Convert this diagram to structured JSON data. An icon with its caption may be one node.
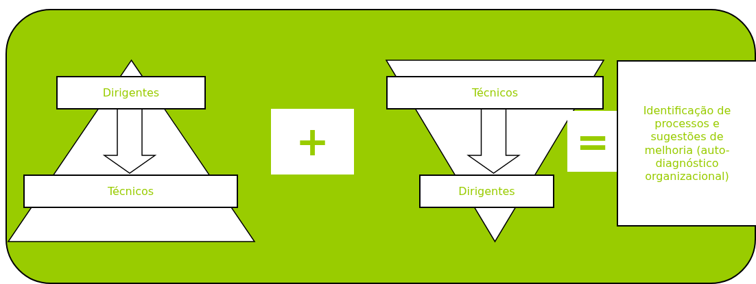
{
  "diagram": {
    "nodes": [
      {
        "text": [],
        "shape": "box"
      },
      {
        "text": [],
        "shape": "triangle",
        "in": 0
      },
      {
        "text": [
          "Dirigentes"
        ],
        "in": 1
      },
      {
        "text": [
          "Técnicos"
        ],
        "in": 1
      },
      {
        "text": [
          "+"
        ],
        "in": 0
      },
      {
        "text": [],
        "shape": "triangle",
        "in": 0
      },
      {
        "text": [
          "Técnicos"
        ],
        "in": 5
      },
      {
        "text": [
          "Dirigentes"
        ],
        "in": 5
      },
      {
        "text": [
          "="
        ],
        "in": 0
      },
      {
        "text": [
          "Identificação de processos e sugestões de melhoria (auto-diagnóstico organizacional)"
        ],
        "in": 0
      }
    ],
    "edges": [
      {
        "from": 2,
        "to": 3,
        "arrow": "to"
      },
      {
        "from": 6,
        "to": 7,
        "arrow": "to"
      }
    ]
  }
}
